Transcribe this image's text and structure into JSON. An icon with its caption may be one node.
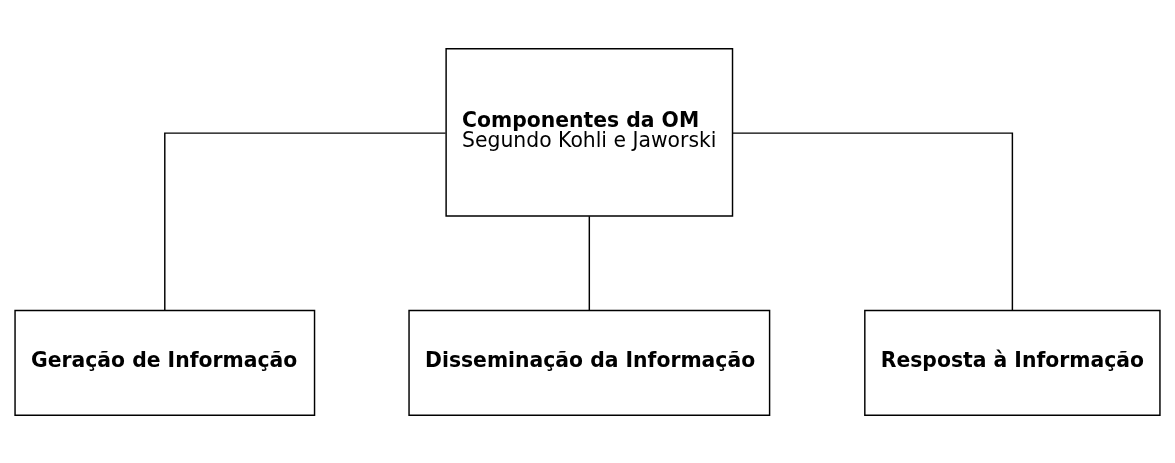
{
  "diagram": {
    "nodes": [
      {
        "text": [
          "Componentes da OM",
          "Segundo Kohli e Jaworski"
        ]
      },
      {
        "text": [
          "Geração de Informação"
        ]
      },
      {
        "text": [
          "Disseminação da Informação"
        ]
      },
      {
        "text": [
          "Resposta à Informação"
        ]
      }
    ],
    "edges": [
      {
        "from": 0,
        "to": 1,
        "arrow": "none"
      },
      {
        "from": 0,
        "to": 2,
        "arrow": "none"
      },
      {
        "from": 0,
        "to": 3,
        "arrow": "none"
      }
    ]
  }
}
